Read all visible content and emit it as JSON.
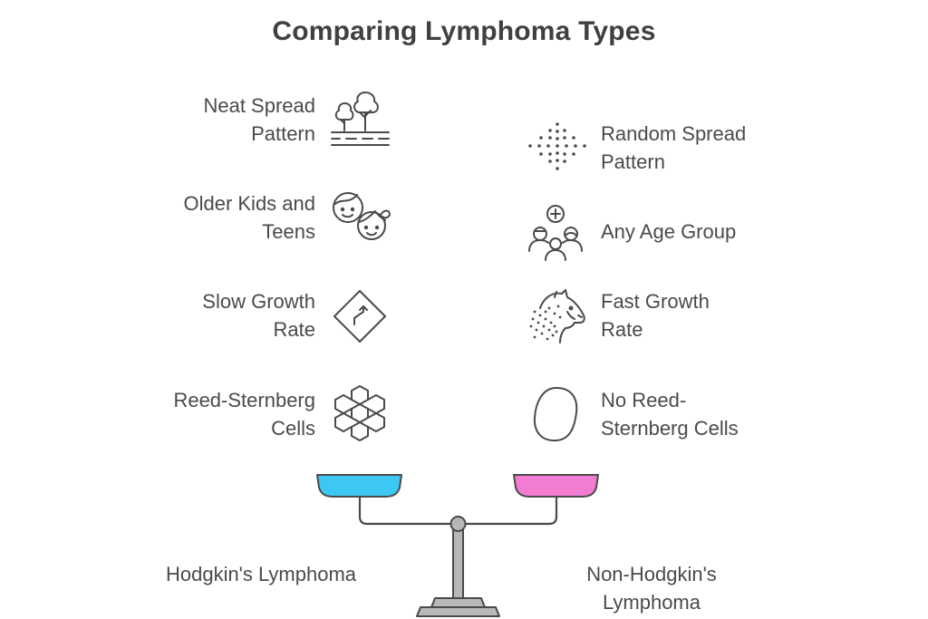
{
  "title": "Comparing Lymphoma Types",
  "left_items": [
    {
      "line1": "Neat Spread",
      "line2": "Pattern",
      "icon": "trees-icon"
    },
    {
      "line1": "Older Kids and",
      "line2": "Teens",
      "icon": "kids-faces-icon"
    },
    {
      "line1": "Slow Growth",
      "line2": "Rate",
      "icon": "winding-road-sign-icon"
    },
    {
      "line1": "Reed-Sternberg",
      "line2": "Cells",
      "icon": "cell-cluster-icon"
    }
  ],
  "right_items": [
    {
      "line1": "Random Spread",
      "line2": "Pattern",
      "icon": "scattered-dots-icon"
    },
    {
      "line1": "Any Age Group",
      "line2": "",
      "icon": "people-group-icon"
    },
    {
      "line1": "Fast Growth",
      "line2": "Rate",
      "icon": "cheetah-icon"
    },
    {
      "line1": "No Reed-",
      "line2": "Sternberg Cells",
      "icon": "single-cell-icon"
    }
  ],
  "left_side": {
    "line1": "Hodgkin's Lymphoma",
    "line2": ""
  },
  "right_side": {
    "line1": "Non-Hodgkin's",
    "line2": "Lymphoma"
  },
  "colors": {
    "left_pan": "#3cc8f2",
    "right_pan": "#f27cd2",
    "stand": "#b8b8b8",
    "outline": "#4a4a4a"
  }
}
